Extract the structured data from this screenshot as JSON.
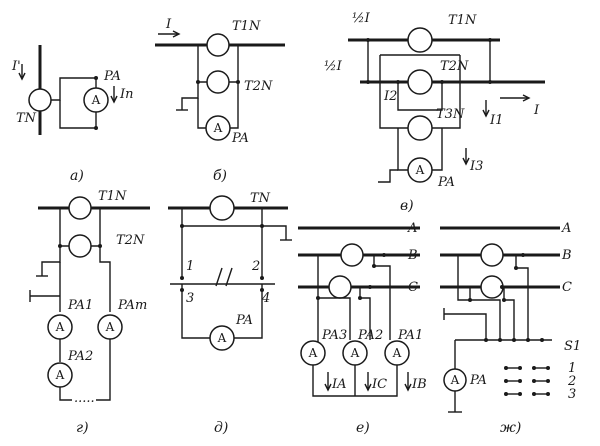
{
  "figure": {
    "a": {
      "caption": "а)",
      "current_in": "I'",
      "transformer": "TN",
      "meter_tag": "PA",
      "meter_symbol": "A",
      "current_out": "Iп"
    },
    "b": {
      "caption": "б)",
      "current": "I",
      "transformer_1": "T1N",
      "transformer_2": "T2N",
      "meter_tag": "PA",
      "meter_symbol": "A"
    },
    "v": {
      "caption": "в)",
      "half_current_top": "½I",
      "half_current_left": "½I",
      "transformer_1": "T1N",
      "transformer_2": "T2N",
      "transformer_3": "T3N",
      "current_2": "I2",
      "current_1": "I1",
      "current_3": "I3",
      "current_main": "I",
      "meter_tag": "PA",
      "meter_symbol": "A"
    },
    "g": {
      "caption": "г)",
      "transformer_1": "T1N",
      "transformer_2": "T2N",
      "meter_1_tag": "PA1",
      "meter_m_tag": "PAm",
      "meter_2_tag": "PA2",
      "meter_symbol": "A",
      "ellipsis": "....."
    },
    "d": {
      "caption": "д)",
      "transformer": "TN",
      "terminal_1": "1",
      "terminal_2": "2",
      "terminal_3": "3",
      "terminal_4": "4",
      "meter_tag": "PA",
      "meter_symbol": "A"
    },
    "e": {
      "caption": "е)",
      "phase_a": "A",
      "phase_b": "B",
      "phase_c": "C",
      "meter_3_tag": "PA3",
      "meter_2_tag": "PA2",
      "meter_1_tag": "PA1",
      "meter_symbol": "A",
      "current_a": "IA",
      "current_c": "IC",
      "current_b": "IB"
    },
    "zh": {
      "caption": "ж)",
      "phase_a": "A",
      "phase_b": "B",
      "phase_c": "C",
      "switch_tag": "S1",
      "position_1": "1",
      "position_2": "2",
      "position_3": "3",
      "meter_tag": "PA",
      "meter_symbol": "A"
    }
  }
}
